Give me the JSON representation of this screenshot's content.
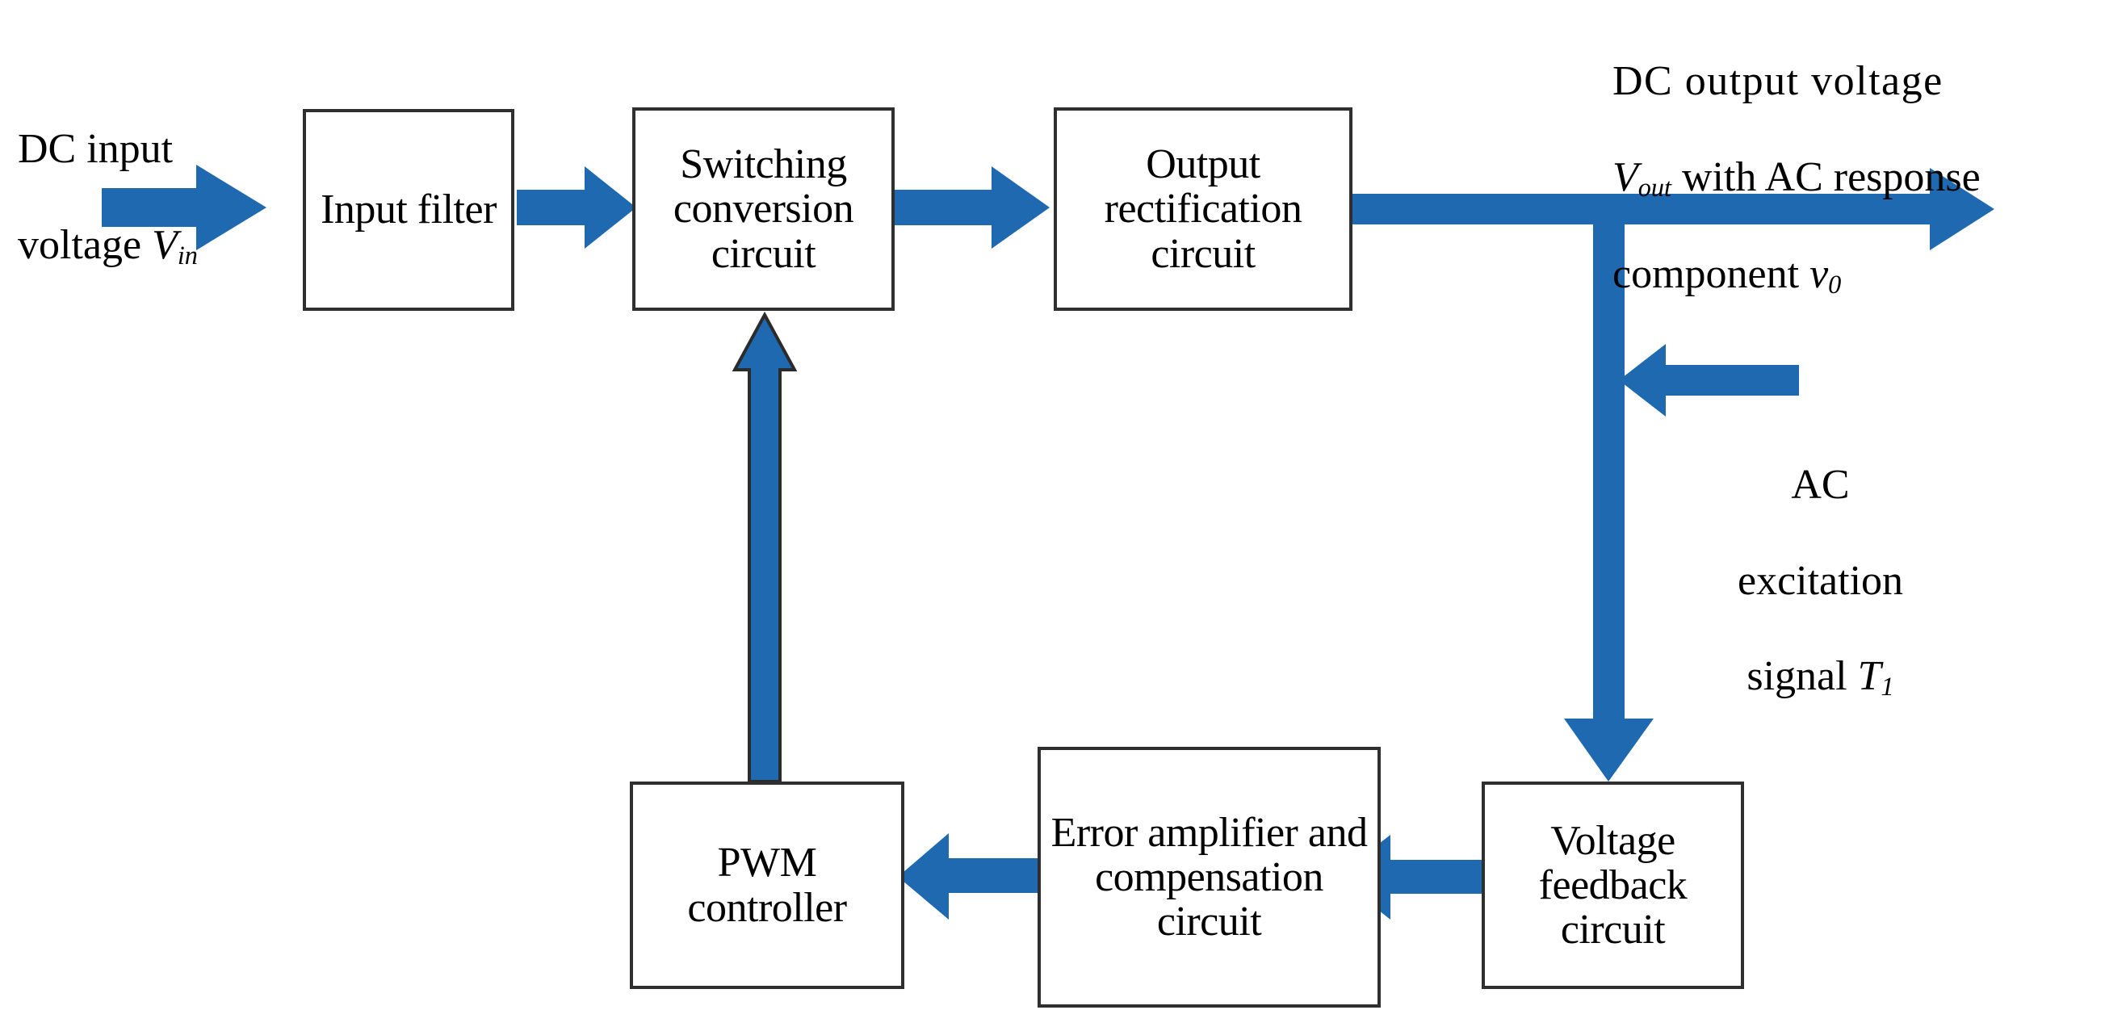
{
  "diagram": {
    "title": "Switching power supply block diagram with AC response injection",
    "accent_color": "#1F69B0",
    "box_border_color": "#2f2f2f",
    "background": "#ffffff"
  },
  "blocks": [
    {
      "id": "input-filter",
      "label": "Input\nfilter"
    },
    {
      "id": "switching-conversion",
      "label": "Switching\nconversion\ncircuit"
    },
    {
      "id": "output-rectification",
      "label": "Output\nrectification\ncircuit"
    },
    {
      "id": "pwm-controller",
      "label": "PWM\ncontroller"
    },
    {
      "id": "error-amplifier",
      "label": "Error\namplifier and\ncompensation\ncircuit"
    },
    {
      "id": "voltage-feedback",
      "label": "Voltage\nfeedback\ncircuit"
    }
  ],
  "labels": {
    "dc_input": {
      "line1": "DC input",
      "line2_pre": "voltage ",
      "line2_sym": "V",
      "line2_sub": "in"
    },
    "dc_output": {
      "line1": "DC output voltage",
      "line2_sym": "V",
      "line2_sub": "out",
      "line2_rest": " with AC response",
      "line3_pre": "component ",
      "line3_sym": "ν",
      "line3_sub": "0"
    },
    "ac_excitation": {
      "line1": "AC",
      "line2": "excitation",
      "line3_pre": "signal ",
      "line3_sym": "T",
      "line3_sub": "1"
    }
  },
  "arrows": [
    {
      "id": "arrow-source-to-input-filter",
      "direction": "right"
    },
    {
      "id": "arrow-input-filter-to-switching",
      "direction": "right"
    },
    {
      "id": "arrow-switching-to-rectification",
      "direction": "right"
    },
    {
      "id": "arrow-rectification-to-output",
      "direction": "right"
    },
    {
      "id": "arrow-output-tap-to-feedback",
      "direction": "down"
    },
    {
      "id": "arrow-ac-excitation-injection",
      "direction": "left"
    },
    {
      "id": "arrow-feedback-to-error-amplifier",
      "direction": "left"
    },
    {
      "id": "arrow-error-amplifier-to-pwm",
      "direction": "left"
    },
    {
      "id": "arrow-pwm-to-switching",
      "direction": "up"
    }
  ]
}
